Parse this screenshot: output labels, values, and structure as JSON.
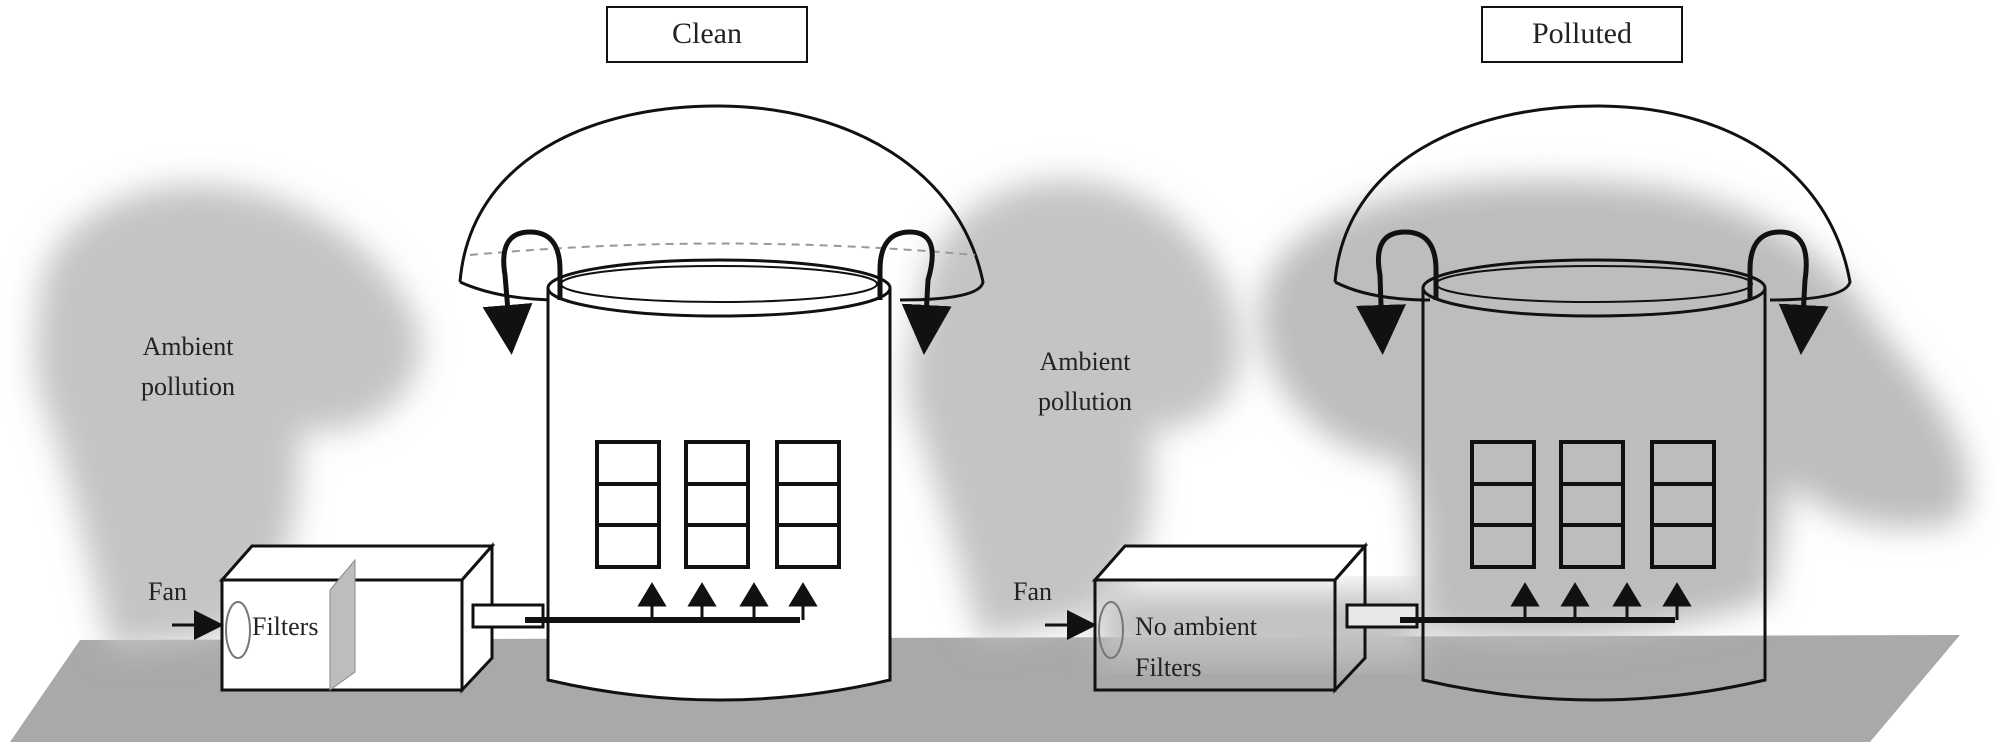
{
  "panels": {
    "clean": {
      "title": "Clean",
      "pollution_line1": "Ambient",
      "pollution_line2": "pollution",
      "fan": "Fan",
      "filter": "Filters"
    },
    "polluted": {
      "title": "Polluted",
      "pollution_line1": "Ambient",
      "pollution_line2": "pollution",
      "fan": "Fan",
      "filter_line1": "No ambient",
      "filter_line2": "Filters"
    }
  },
  "colors": {
    "ground": "#a9a9a9",
    "pollution_cloud": "#bdbdbd",
    "line": "#111111"
  }
}
